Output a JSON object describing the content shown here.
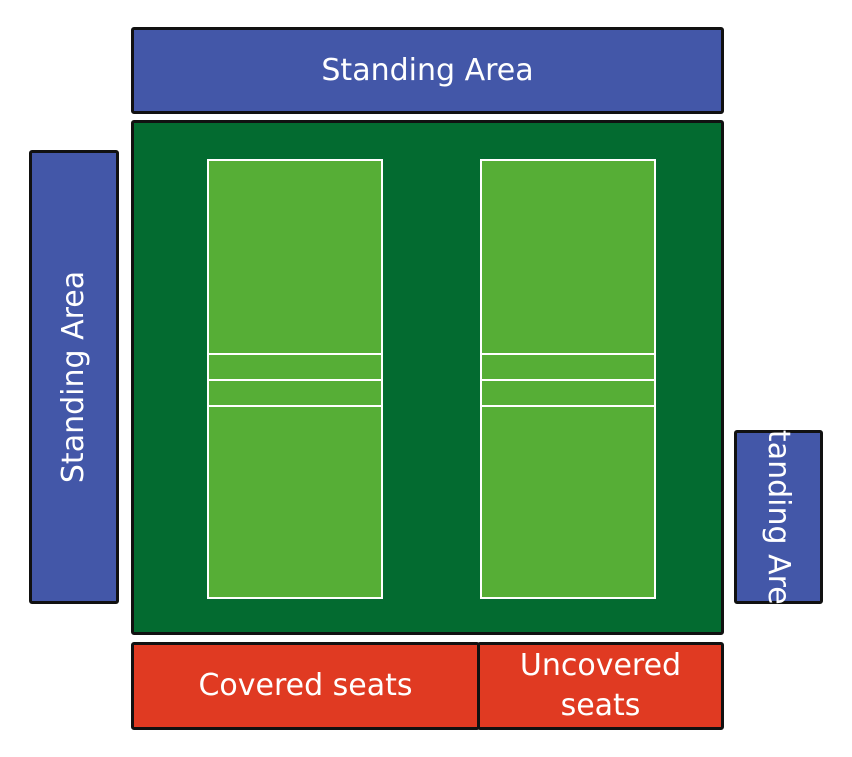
{
  "standing_areas": {
    "top": "Standing Area",
    "left": "Standing Area",
    "right": "Standing Area"
  },
  "seating": {
    "covered": "Covered seats",
    "uncovered": "Uncovered seats"
  },
  "colors": {
    "standing": "#4357a8",
    "seating": "#e03a22",
    "field": "#036b30",
    "court": "#56ae36",
    "lines": "#ffffff"
  }
}
